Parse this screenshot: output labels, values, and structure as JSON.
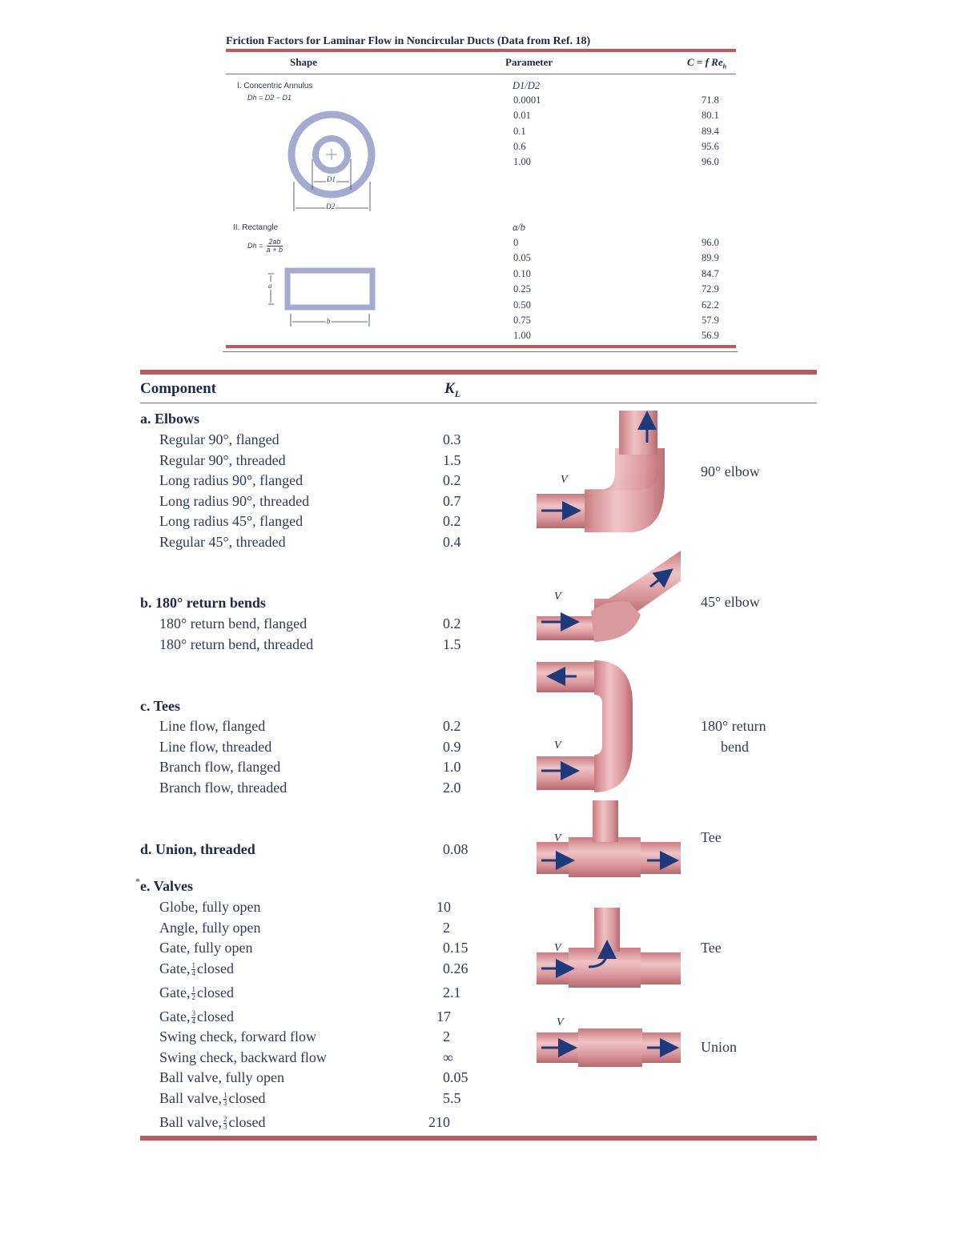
{
  "top_table": {
    "title": "Friction Factors for Laminar Flow in Noncircular Ducts (Data from Ref. 18)",
    "headers": {
      "shape": "Shape",
      "parameter": "Parameter",
      "c": "C = f Re",
      "c_sub": "h"
    },
    "annulus": {
      "label": "I. Concentric Annulus",
      "formula": "Dh = D2 − D1",
      "param_label": "D1/D2",
      "d1_label": "D1",
      "d2_label": "D2",
      "rows": [
        {
          "param": "0.0001",
          "c": "71.8"
        },
        {
          "param": "0.01",
          "c": "80.1"
        },
        {
          "param": "0.1",
          "c": "89.4"
        },
        {
          "param": "0.6",
          "c": "95.6"
        },
        {
          "param": "1.00",
          "c": "96.0"
        }
      ]
    },
    "rectangle": {
      "label": "II. Rectangle",
      "formula_lhs": "Dh =",
      "formula_num": "2ab",
      "formula_den": "a + b",
      "param_label": "a/b",
      "a_label": "a",
      "b_label": "b",
      "rows": [
        {
          "param": "0",
          "c": "96.0"
        },
        {
          "param": "0.05",
          "c": "89.9"
        },
        {
          "param": "0.10",
          "c": "84.7"
        },
        {
          "param": "0.25",
          "c": "72.9"
        },
        {
          "param": "0.50",
          "c": "62.2"
        },
        {
          "param": "0.75",
          "c": "57.9"
        },
        {
          "param": "1.00",
          "c": "56.9"
        }
      ]
    }
  },
  "bottom_table": {
    "header_component": "Component",
    "header_k": "K",
    "header_k_sub": "L",
    "elbows": {
      "title": "a. Elbows",
      "rows": [
        {
          "label": "Regular 90°, flanged",
          "k": "0.3"
        },
        {
          "label": "Regular 90°, threaded",
          "k": "1.5"
        },
        {
          "label": "Long radius 90°, flanged",
          "k": "0.2"
        },
        {
          "label": "Long radius 90°, threaded",
          "k": "0.7"
        },
        {
          "label": "Long radius 45°, flanged",
          "k": "0.2"
        },
        {
          "label": "Regular 45°, threaded",
          "k": "0.4"
        }
      ]
    },
    "returns": {
      "title": "b. 180° return bends",
      "rows": [
        {
          "label": "180° return bend, flanged",
          "k": "0.2"
        },
        {
          "label": "180° return bend, threaded",
          "k": "1.5"
        }
      ]
    },
    "tees": {
      "title": "c. Tees",
      "rows": [
        {
          "label": "Line flow, flanged",
          "k": "0.2"
        },
        {
          "label": "Line flow, threaded",
          "k": "0.9"
        },
        {
          "label": "Branch flow, flanged",
          "k": "1.0"
        },
        {
          "label": "Branch flow, threaded",
          "k": "2.0"
        }
      ]
    },
    "union": {
      "title": "d. Union, threaded",
      "k": "0.08"
    },
    "valves": {
      "marker": "*",
      "title": "e. Valves",
      "rows": [
        {
          "pre": "Globe, fully open",
          "k": "10"
        },
        {
          "pre": "Angle, fully open",
          "k": "2"
        },
        {
          "pre": "Gate, fully open",
          "k": "0.15"
        },
        {
          "pre": "Gate,",
          "fn": "1",
          "fd": "4",
          "post": "closed",
          "k": "0.26"
        },
        {
          "pre": "Gate,",
          "fn": "1",
          "fd": "2",
          "post": "closed",
          "k": "2.1"
        },
        {
          "pre": "Gate,",
          "fn": "3",
          "fd": "4",
          "post": "closed",
          "k": "17"
        },
        {
          "pre": "Swing check, forward flow",
          "k": "2"
        },
        {
          "pre": "Swing check, backward flow",
          "k": "∞"
        },
        {
          "pre": "Ball valve, fully open",
          "k": "0.05"
        },
        {
          "pre": "Ball valve,",
          "fn": "1",
          "fd": "3",
          "post": "closed",
          "k": "5.5"
        },
        {
          "pre": "Ball valve,",
          "fn": "2",
          "fd": "3",
          "post": "closed",
          "k": "210"
        }
      ]
    },
    "figures": {
      "v_label": "V",
      "elbow90": "90° elbow",
      "elbow45": "45° elbow",
      "return_line1": "180° return",
      "return_line2": "bend",
      "tee1": "Tee",
      "tee2": "Tee",
      "union": "Union"
    }
  },
  "colors": {
    "rule": "#b85a5e",
    "pipe": "#d99a9e",
    "pipe_dark": "#b8686d",
    "arrow": "#1e3a7a",
    "annulus": "#a3abd0"
  }
}
